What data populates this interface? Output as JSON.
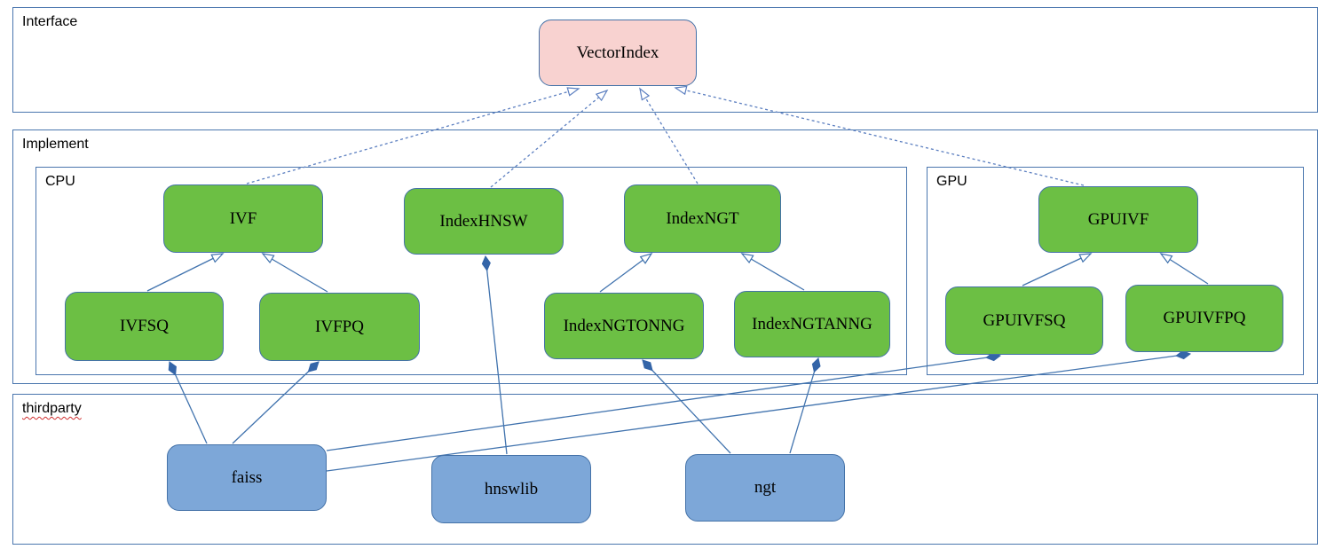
{
  "colors": {
    "container_border": "#4a76ae",
    "node_border": "#4472a8",
    "green_fill": "#6cbf44",
    "blue_fill": "#7da7d8",
    "pink_fill": "#f8d2d0",
    "line": "#4173ae",
    "dashed_line": "#5c7fc0",
    "diamond_fill": "#3465a8",
    "squiggle": "#d03030"
  },
  "diagram": {
    "containers": {
      "interface": {
        "label": "Interface"
      },
      "implement": {
        "label": "Implement"
      },
      "cpu": {
        "label": "CPU"
      },
      "gpu": {
        "label": "GPU"
      },
      "thirdparty": {
        "label": "thirdparty"
      }
    },
    "nodes": {
      "vectorindex": {
        "label": "VectorIndex"
      },
      "ivf": {
        "label": "IVF"
      },
      "indexhnsw": {
        "label": "IndexHNSW"
      },
      "indexngt": {
        "label": "IndexNGT"
      },
      "gpuivf": {
        "label": "GPUIVF"
      },
      "ivfsq": {
        "label": "IVFSQ"
      },
      "ivfpq": {
        "label": "IVFPQ"
      },
      "indexngtonng": {
        "label": "IndexNGTONNG"
      },
      "indexngtanng": {
        "label": "IndexNGTANNG"
      },
      "gpuivfsq": {
        "label": "GPUIVFSQ"
      },
      "gpuivfpq": {
        "label": "GPUIVFPQ"
      },
      "faiss": {
        "label": "faiss"
      },
      "hnswlib": {
        "label": "hnswlib"
      },
      "ngt": {
        "label": "ngt"
      }
    },
    "relations": [
      {
        "from": "IVF",
        "to": "VectorIndex",
        "type": "realization-dashed-hollow-arrow"
      },
      {
        "from": "IndexHNSW",
        "to": "VectorIndex",
        "type": "realization-dashed-hollow-arrow"
      },
      {
        "from": "IndexNGT",
        "to": "VectorIndex",
        "type": "realization-dashed-hollow-arrow"
      },
      {
        "from": "GPUIVF",
        "to": "VectorIndex",
        "type": "realization-dashed-hollow-arrow"
      },
      {
        "from": "IVFSQ",
        "to": "IVF",
        "type": "generalization-hollow-arrow"
      },
      {
        "from": "IVFPQ",
        "to": "IVF",
        "type": "generalization-hollow-arrow"
      },
      {
        "from": "IndexNGTONNG",
        "to": "IndexNGT",
        "type": "generalization-hollow-arrow"
      },
      {
        "from": "IndexNGTANNG",
        "to": "IndexNGT",
        "type": "generalization-hollow-arrow"
      },
      {
        "from": "GPUIVFSQ",
        "to": "GPUIVF",
        "type": "generalization-hollow-arrow"
      },
      {
        "from": "GPUIVFPQ",
        "to": "GPUIVF",
        "type": "generalization-hollow-arrow"
      },
      {
        "from": "faiss",
        "to": "IVFSQ",
        "type": "composition-filled-diamond"
      },
      {
        "from": "faiss",
        "to": "IVFPQ",
        "type": "composition-filled-diamond"
      },
      {
        "from": "faiss",
        "to": "GPUIVFSQ",
        "type": "composition-filled-diamond"
      },
      {
        "from": "faiss",
        "to": "GPUIVFPQ",
        "type": "composition-filled-diamond"
      },
      {
        "from": "hnswlib",
        "to": "IndexHNSW",
        "type": "composition-filled-diamond"
      },
      {
        "from": "ngt",
        "to": "IndexNGTONNG",
        "type": "composition-filled-diamond"
      },
      {
        "from": "ngt",
        "to": "IndexNGTANNG",
        "type": "composition-filled-diamond"
      }
    ]
  }
}
